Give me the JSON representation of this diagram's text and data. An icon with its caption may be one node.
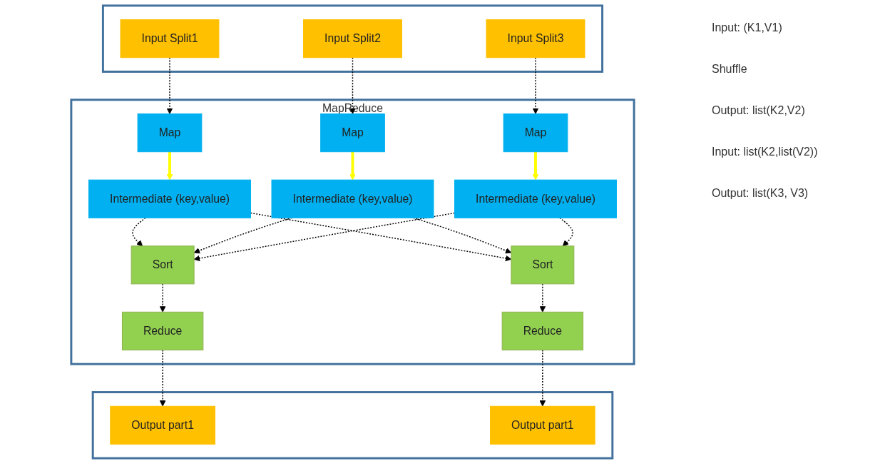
{
  "diagram": {
    "nodes": [
      {
        "text": [],
        "shape": "box"
      },
      {
        "text": [
          "Input Split1"
        ],
        "in": 0
      },
      {
        "text": [
          "Input Split2"
        ],
        "in": 0
      },
      {
        "text": [
          "Input Split3"
        ],
        "in": 0
      },
      {
        "text": [
          "MapReduce"
        ]
      },
      {
        "text": [
          "Map"
        ],
        "in": 4
      },
      {
        "text": [
          "Map"
        ],
        "in": 4
      },
      {
        "text": [
          "Map"
        ],
        "in": 4
      },
      {
        "text": [
          "Intermediate (key,value)"
        ],
        "in": 4
      },
      {
        "text": [
          "Intermediate (key,value)"
        ],
        "in": 4
      },
      {
        "text": [
          "Intermediate (key,value)"
        ],
        "in": 4
      },
      {
        "text": [
          "Sort"
        ],
        "in": 4
      },
      {
        "text": [
          "Sort"
        ],
        "in": 4
      },
      {
        "text": [
          "Reduce"
        ],
        "in": 4
      },
      {
        "text": [
          "Reduce"
        ],
        "in": 4
      },
      {
        "text": [],
        "shape": "box"
      },
      {
        "text": [
          "Output part1"
        ],
        "in": 15
      },
      {
        "text": [
          "Output part1"
        ],
        "in": 15
      }
    ],
    "edges": [
      {
        "from": 1,
        "to": 5,
        "arrow": "to",
        "style": "dashed"
      },
      {
        "from": 2,
        "to": 6,
        "arrow": "to",
        "style": "dashed"
      },
      {
        "from": 3,
        "to": 7,
        "arrow": "to",
        "style": "dashed"
      },
      {
        "from": 5,
        "to": 8,
        "arrow": "to",
        "style": "thick",
        "color": "#ffff00"
      },
      {
        "from": 6,
        "to": 9,
        "arrow": "to",
        "style": "thick",
        "color": "#ffff00"
      },
      {
        "from": 7,
        "to": 10,
        "arrow": "to",
        "style": "thick",
        "color": "#ffff00"
      },
      {
        "from": 8,
        "to": 11,
        "arrow": "to",
        "style": "dashed"
      },
      {
        "from": 8,
        "to": 12,
        "arrow": "to",
        "style": "dashed"
      },
      {
        "from": 9,
        "to": 11,
        "arrow": "to",
        "style": "dashed"
      },
      {
        "from": 9,
        "to": 12,
        "arrow": "to",
        "style": "dashed"
      },
      {
        "from": 10,
        "to": 11,
        "arrow": "to",
        "style": "dashed"
      },
      {
        "from": 10,
        "to": 12,
        "arrow": "to",
        "style": "dashed"
      },
      {
        "from": 11,
        "to": 13,
        "arrow": "to",
        "style": "dashed"
      },
      {
        "from": 12,
        "to": 14,
        "arrow": "to",
        "style": "dashed"
      },
      {
        "from": 13,
        "to": 16,
        "arrow": "to",
        "style": "dashed"
      },
      {
        "from": 14,
        "to": 17,
        "arrow": "to",
        "style": "dashed"
      }
    ],
    "labels": [
      "Input: (K1,V1)",
      "Shuffle",
      "Output: list(K2,V2)",
      "Input: list(K2,list(V2))",
      "Output: list(K3, V3)"
    ]
  }
}
